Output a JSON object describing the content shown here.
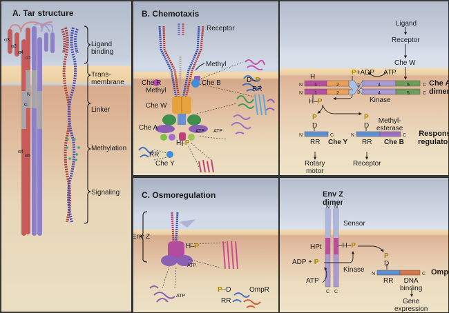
{
  "panelA": {
    "title": "A. Tar structure",
    "helix_labels": {
      "a3": "α3",
      "a2": "α2",
      "a4": "α4",
      "a1": "α1",
      "N": "N",
      "C": "C",
      "a4b": "α4",
      "a5": "α5"
    },
    "regions": [
      "Ligand binding",
      "Trans-membrane",
      "Linker",
      "Methylation",
      "Signaling"
    ],
    "region_lines": {
      "ligand": [
        "Ligand",
        "binding"
      ],
      "trans": [
        "Trans-",
        "membrane"
      ],
      "linker": "Linker",
      "methylation": "Methylation",
      "signaling": "Signaling"
    }
  },
  "panelB": {
    "title": "B. Chemotaxis",
    "labels": {
      "receptor": "Receptor",
      "methyl_top": "Methyl",
      "cheR": "Che R",
      "cheB": "Che B",
      "methyl_left": "Methyl",
      "cheW": "Che W",
      "cheA": "Che A",
      "atp1": "ATP",
      "atp2": "ATP",
      "h": "H",
      "p": "P",
      "rr1": "RR",
      "rr2": "RR",
      "d": "D",
      "cheY": "Che Y",
      "domains": [
        "1",
        "2",
        "3",
        "4",
        "5"
      ]
    }
  },
  "panelB2": {
    "ligand": "Ligand",
    "receptor": "Receptor",
    "cheW": "Che W",
    "p_adp": "+ADP",
    "atp": "ATP",
    "h": "H",
    "n": "N",
    "c": "C",
    "domains": [
      "1",
      "2",
      "3",
      "4",
      "5"
    ],
    "cheA_dimer": [
      "Che A",
      "dimer"
    ],
    "kinase": "Kinase",
    "hp_h": "H–",
    "p": "P",
    "d": "D",
    "methylesterase": [
      "Methyl-",
      "esterase"
    ],
    "rr": "RR",
    "cheY": "Che Y",
    "cheB": "Che B",
    "response_regulators": [
      "Response",
      "regulators"
    ],
    "rotary_motor": [
      "Rotary",
      "motor"
    ],
    "receptor_target": "Receptor",
    "colors": {
      "d1": "#b34f9e",
      "d2": "#e9a05a",
      "d3": "#a9c0e8",
      "d4": "#a99ad6",
      "d5": "#6f9e5a",
      "rr": "#5b8fd4",
      "methylesterase": "#9b6fc2",
      "ompr_dna": "#d4784a",
      "phospho": "#a88a00"
    }
  },
  "panelC": {
    "title": "C. Osmoregulation",
    "labels": {
      "envZ": "Env Z",
      "h": "H–",
      "p": "P",
      "atp1": "ATP",
      "atp2": "ATP",
      "pd": "–D",
      "rr": "RR",
      "ompR": "OmpR"
    }
  },
  "panelC2": {
    "envz_dimer": [
      "Env Z",
      "dimer"
    ],
    "n": "N",
    "c": "C",
    "sensor": "Sensor",
    "hpt": "HPt",
    "h": "–H–",
    "p": "P",
    "adp": "ADP +",
    "kinase": "Kinase",
    "atp": "ATP",
    "d": "D",
    "rr": "RR",
    "dna_binding": [
      "DNA",
      "binding"
    ],
    "ompR": "OmpR",
    "gene_expression": [
      "Gene",
      "expression"
    ]
  }
}
